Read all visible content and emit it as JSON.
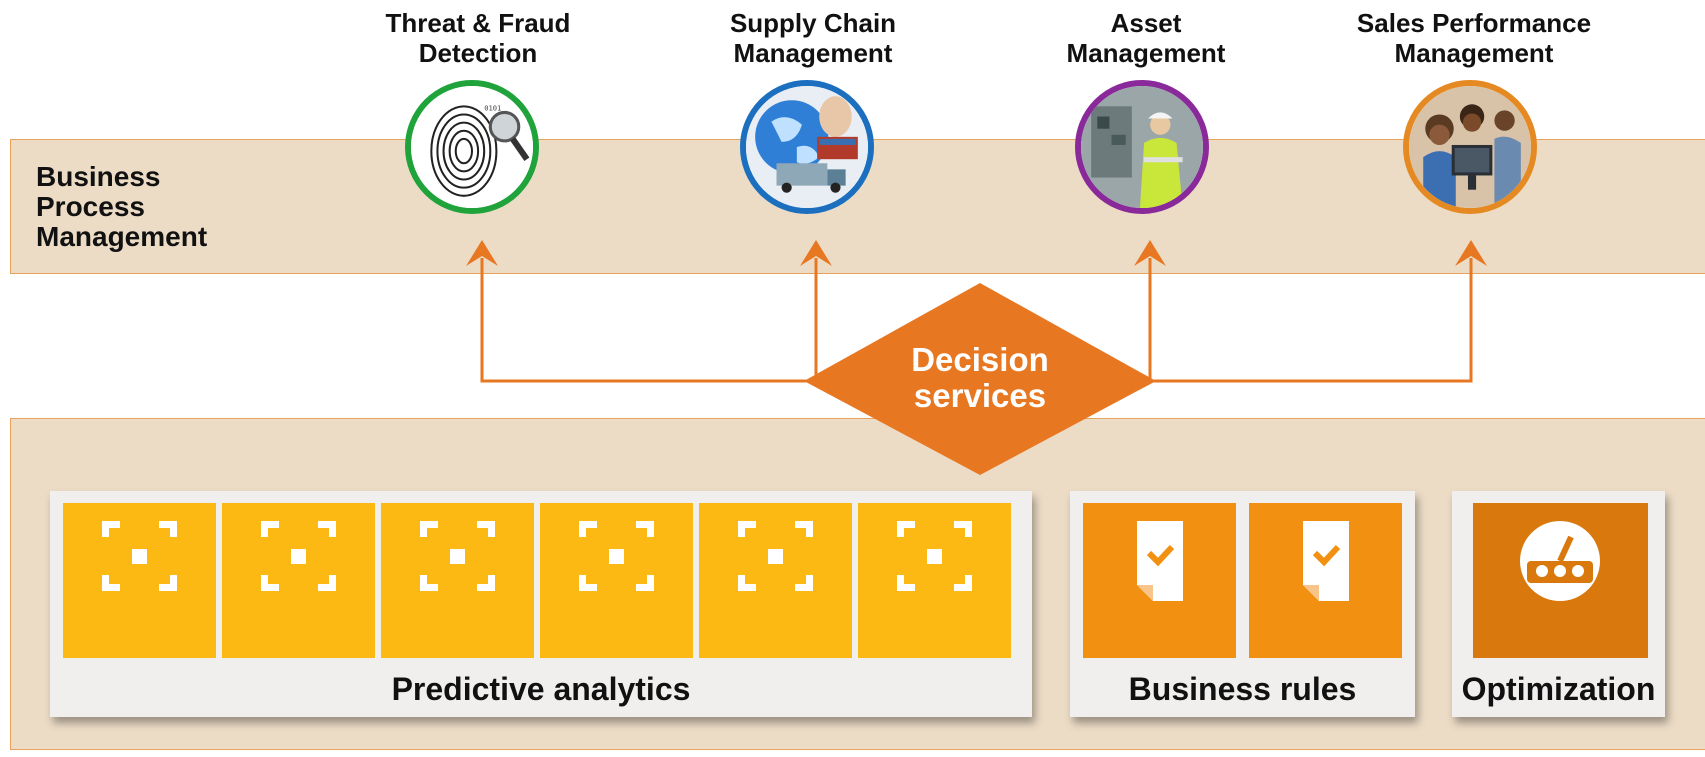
{
  "colors": {
    "band_fill": "#ecdcc6",
    "band_border": "#e8a25a",
    "connector": "#e87722",
    "diamond": "#e87722",
    "analytics_tile": "#fdb913",
    "rules_tile": "#f29111",
    "optimization_tile": "#d9780c",
    "ring_threat": "#1fa33a",
    "ring_supply": "#1c6fbf",
    "ring_asset": "#8a2a9a",
    "ring_sales": "#e58a22"
  },
  "bpm": {
    "line1": "Business",
    "line2": "Process",
    "line3": "Management"
  },
  "use_cases": [
    {
      "line1": "Threat & Fraud",
      "line2": "Detection",
      "icon": "fingerprint-image"
    },
    {
      "line1": "Supply Chain",
      "line2": "Management",
      "icon": "globe-truck-image"
    },
    {
      "line1": "Asset",
      "line2": "Management",
      "icon": "engineer-image"
    },
    {
      "line1": "Sales Performance",
      "line2": "Management",
      "icon": "team-computer-image"
    }
  ],
  "decision": {
    "line1": "Decision",
    "line2": "services"
  },
  "groups": {
    "analytics": {
      "label": "Predictive analytics",
      "tile_icon": "focus-frame-icon"
    },
    "rules": {
      "label": "Business rules",
      "tile_icon": "checked-document-icon"
    },
    "optimization": {
      "label": "Optimization",
      "tile_icon": "speedometer-icon"
    }
  }
}
